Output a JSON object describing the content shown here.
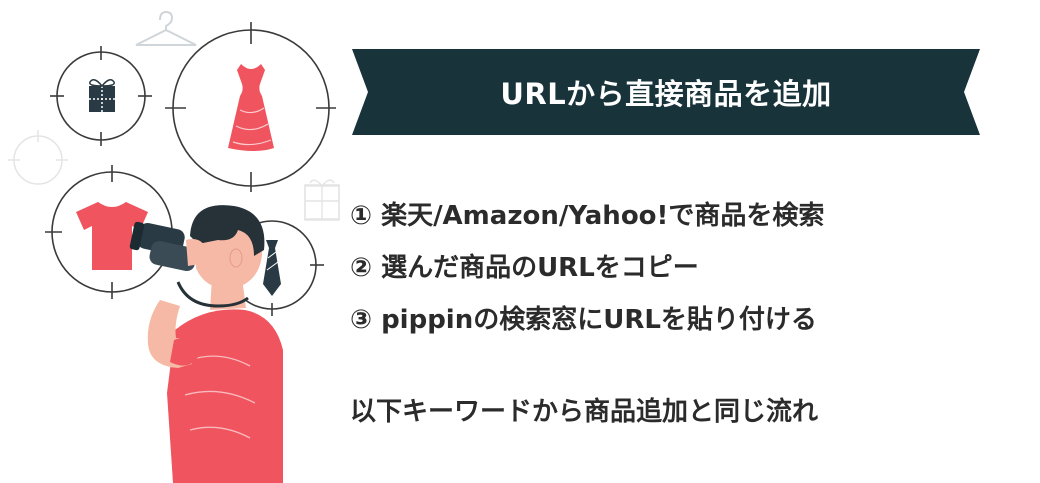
{
  "banner": {
    "title": "URLから直接商品を追加",
    "color": "#18333a"
  },
  "steps": [
    "① 楽天/Amazon/Yahoo!で商品を検索",
    "② 選んだ商品のURLをコピー",
    "③ pippinの検索窓にURLを貼り付ける"
  ],
  "note": "以下キーワードから商品追加と同じ流れ",
  "colors": {
    "accent": "#f0545e",
    "dark": "#2a3a44",
    "skin": "#f6b9a6",
    "hair": "#263238"
  },
  "icons": [
    "gift-icon",
    "dress-icon",
    "tshirt-icon",
    "necktie-icon",
    "binoculars-icon",
    "hanger-icon"
  ]
}
